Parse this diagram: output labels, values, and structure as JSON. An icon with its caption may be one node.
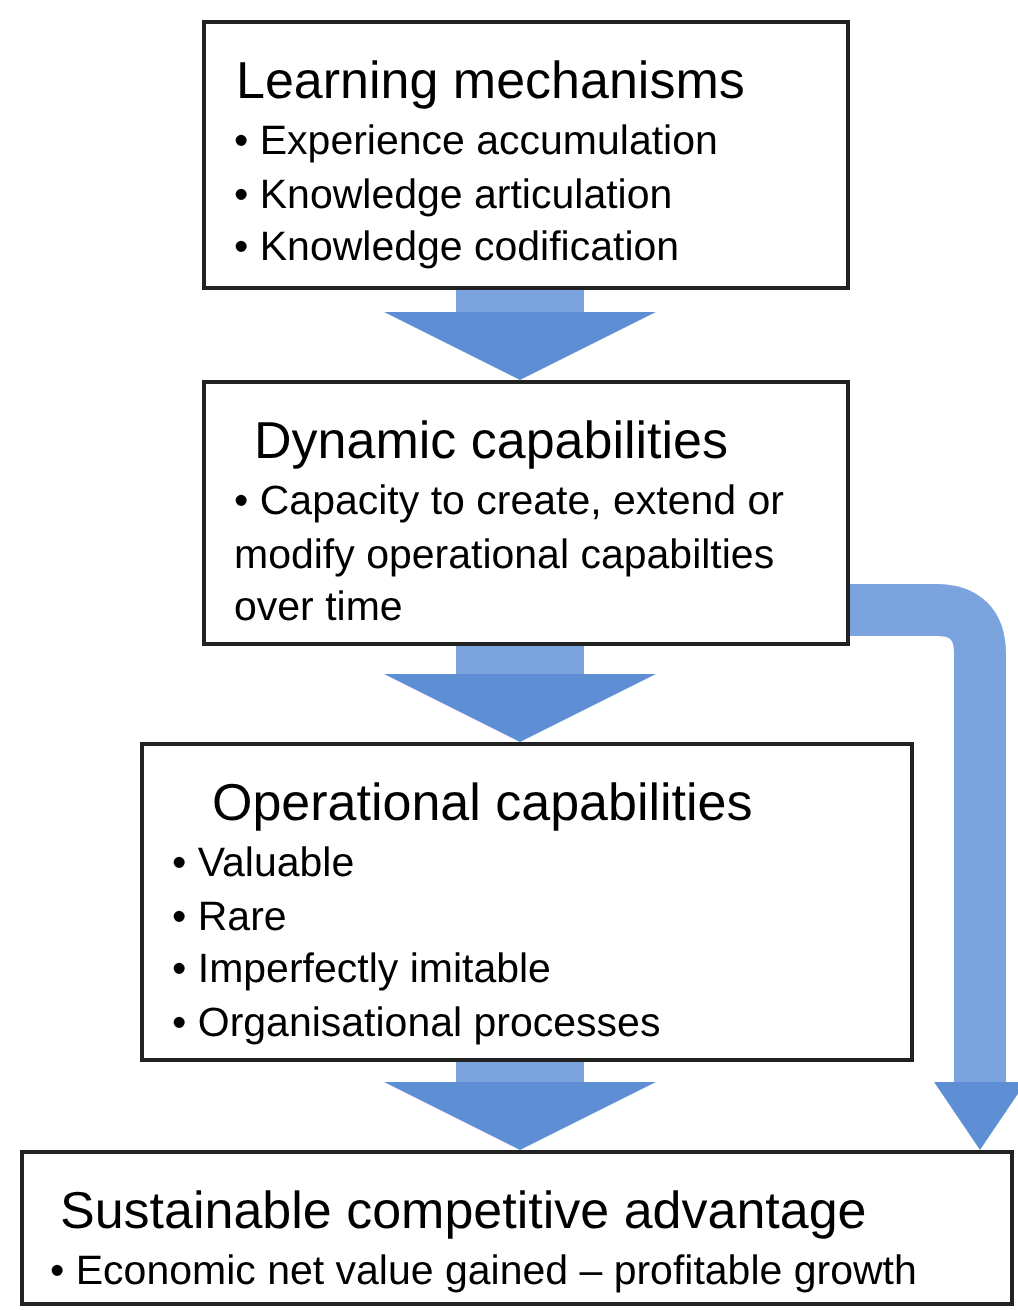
{
  "diagram": {
    "nodes": [
      {
        "text": [
          "Learning mechanisms",
          "• Experience accumulation",
          "• Knowledge articulation",
          "• Knowledge codification"
        ]
      },
      {
        "text": [
          "Dynamic capabilities",
          "• Capacity to create, extend or modify operational capabilties over time"
        ]
      },
      {
        "text": [
          "Operational capabilities",
          "• Valuable",
          "• Rare",
          "• Imperfectly imitable",
          "• Organisational processes"
        ]
      },
      {
        "text": [
          "Sustainable competitive advantage",
          "• Economic net value gained – profitable growth"
        ]
      }
    ],
    "edges": [
      {
        "from": 0,
        "to": 1,
        "arrow": "to"
      },
      {
        "from": 1,
        "to": 2,
        "arrow": "to"
      },
      {
        "from": 2,
        "to": 3,
        "arrow": "to"
      },
      {
        "from": 1,
        "to": 3,
        "arrow": "to"
      }
    ]
  }
}
